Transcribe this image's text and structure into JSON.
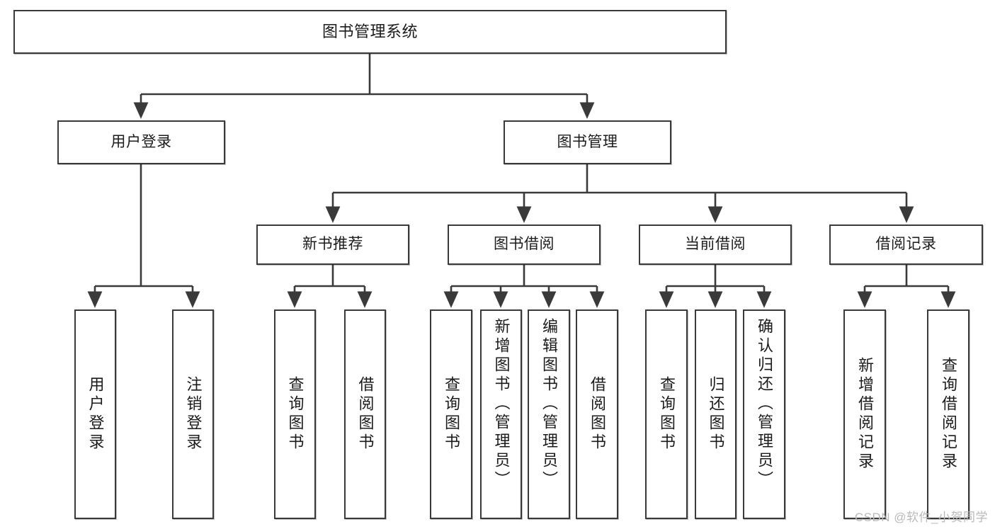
{
  "diagram": {
    "type": "tree-hierarchy",
    "title": "图书管理系统",
    "watermark": "CSDN @软件_小贺同学",
    "colors": {
      "border": "#3a3a3a",
      "background": "#ffffff",
      "text": "#1b1b1b",
      "edge": "#3a3a3a",
      "watermark": "#b9b9b9"
    },
    "nodes": {
      "root": {
        "label": "图书管理系统"
      },
      "level2": [
        {
          "label": "用户登录"
        },
        {
          "label": "图书管理"
        }
      ],
      "level3": [
        {
          "label": "新书推荐"
        },
        {
          "label": "图书借阅"
        },
        {
          "label": "当前借阅"
        },
        {
          "label": "借阅记录"
        }
      ],
      "leaves": {
        "user_login": [
          {
            "label": "用户登录"
          },
          {
            "label": "注销登录"
          }
        ],
        "new_book": [
          {
            "label": "查询图书"
          },
          {
            "label": "借阅图书"
          }
        ],
        "book_borrow": [
          {
            "label": "查询图书"
          },
          {
            "label": "新增图书（管理员）"
          },
          {
            "label": "编辑图书（管理员）"
          },
          {
            "label": "借阅图书"
          }
        ],
        "current_borrow": [
          {
            "label": "查询图书"
          },
          {
            "label": "归还图书"
          },
          {
            "label": "确认归还（管理员）"
          }
        ],
        "borrow_record": [
          {
            "label": "新增借阅记录"
          },
          {
            "label": "查询借阅记录"
          }
        ]
      }
    }
  }
}
